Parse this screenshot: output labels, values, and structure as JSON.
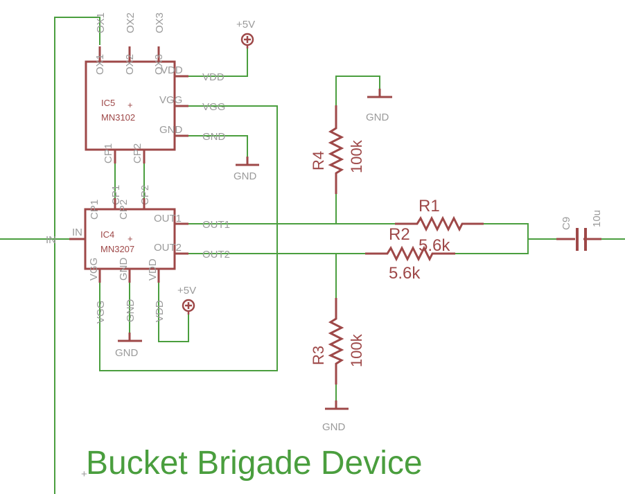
{
  "title": "Bucket Brigade Device",
  "colors": {
    "wire": "#4a9e3e",
    "part": "#9e4848",
    "label": "#9a9a9a"
  },
  "ic5": {
    "name": "IC5",
    "value": "MN3102",
    "pins": {
      "ox1": "OX1",
      "ox2": "OX2",
      "ox3": "OX3",
      "vdd": "VDD",
      "vgg": "VGG",
      "gnd": "GND",
      "cp1": "CP1",
      "cp2": "CP2"
    }
  },
  "ic4": {
    "name": "IC4",
    "value": "MN3207",
    "pins": {
      "in": "IN",
      "out1": "OUT1",
      "out2": "OUT2",
      "vgg": "VGG",
      "gnd": "GND",
      "vdd": "VDD",
      "cp1": "CP1",
      "cp2": "CP2"
    }
  },
  "nets": {
    "ox1": "OX1",
    "ox2": "OX2",
    "ox3": "OX3",
    "vdd": "VDD",
    "vgg": "VGG",
    "gnd": "GND",
    "in": "IN",
    "out1": "OUT1",
    "out2": "OUT2",
    "cp1": "CP1",
    "cp2": "CP2"
  },
  "supply": {
    "plus5v": "+5V",
    "gnd": "GND"
  },
  "r1": {
    "name": "R1",
    "value": "5.6k"
  },
  "r2": {
    "name": "R2",
    "value": "5.6k"
  },
  "r3": {
    "name": "R3",
    "value": "100k"
  },
  "r4": {
    "name": "R4",
    "value": "100k"
  },
  "c9": {
    "name": "C9",
    "value": "10u"
  }
}
